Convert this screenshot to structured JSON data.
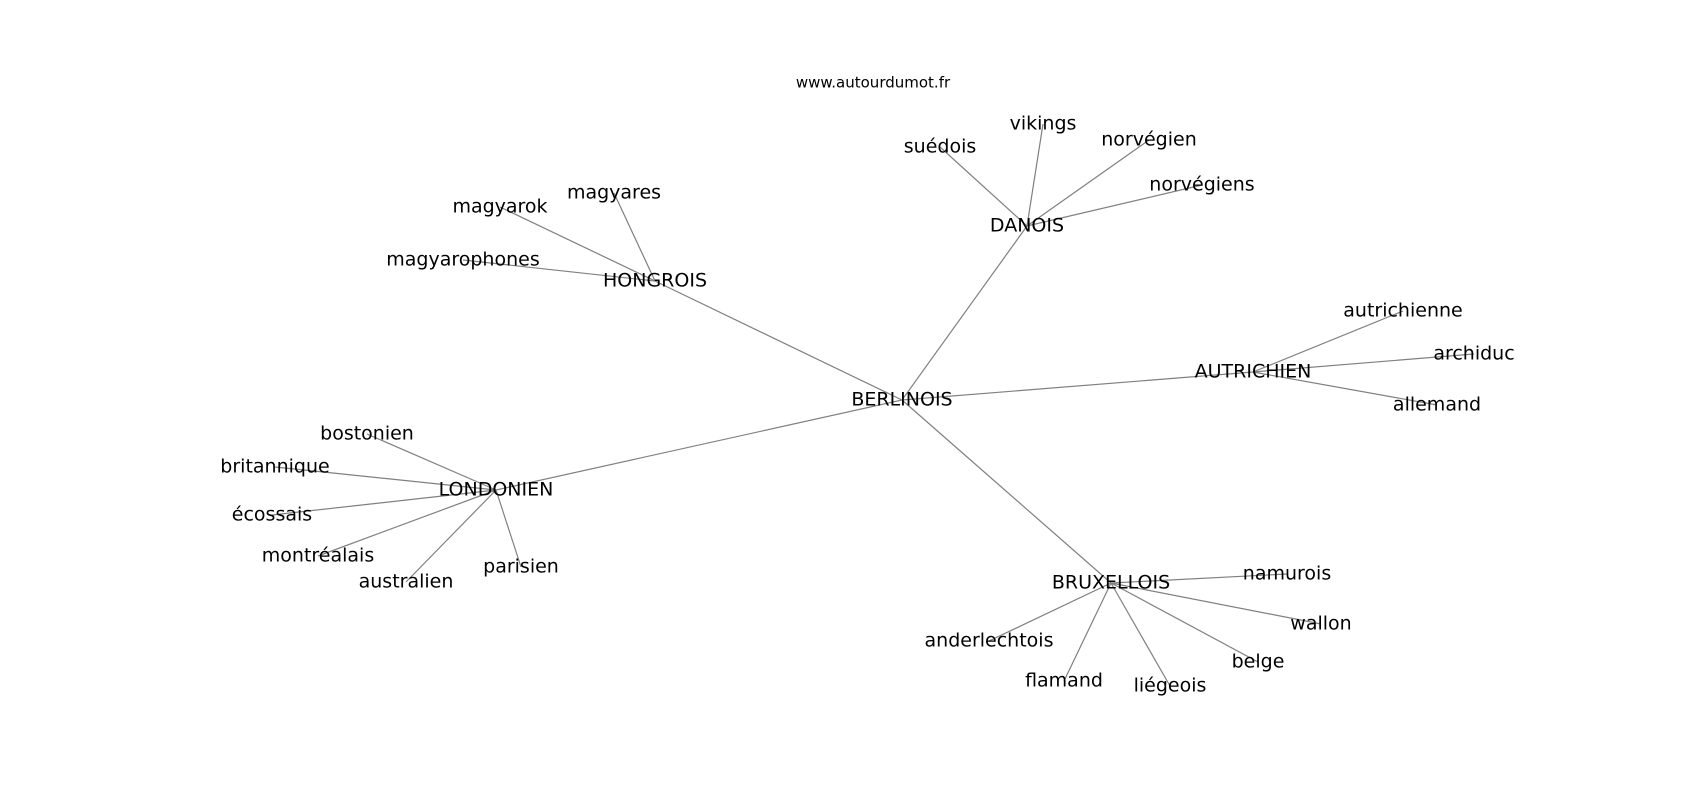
{
  "watermark": "www.autourdumot.fr",
  "colors": {
    "edge": "#808080",
    "text": "#000000",
    "background": "#ffffff"
  },
  "center": "BERLINOIS",
  "hubs": [
    {
      "id": "hongrois",
      "label": "HONGROIS",
      "leaves": [
        "magyares",
        "magyarok",
        "magyarophones"
      ]
    },
    {
      "id": "danois",
      "label": "DANOIS",
      "leaves": [
        "vikings",
        "suédois",
        "norvégien",
        "norvégiens"
      ]
    },
    {
      "id": "autrichien",
      "label": "AUTRICHIEN",
      "leaves": [
        "autrichienne",
        "archiduc",
        "allemand"
      ]
    },
    {
      "id": "londonien",
      "label": "LONDONIEN",
      "leaves": [
        "bostonien",
        "britannique",
        "écossais",
        "montréalais",
        "australien",
        "parisien"
      ]
    },
    {
      "id": "bruxellois",
      "label": "BRUXELLOIS",
      "leaves": [
        "namurois",
        "wallon",
        "belge",
        "liégeois",
        "flamand",
        "anderlechtois"
      ]
    }
  ]
}
